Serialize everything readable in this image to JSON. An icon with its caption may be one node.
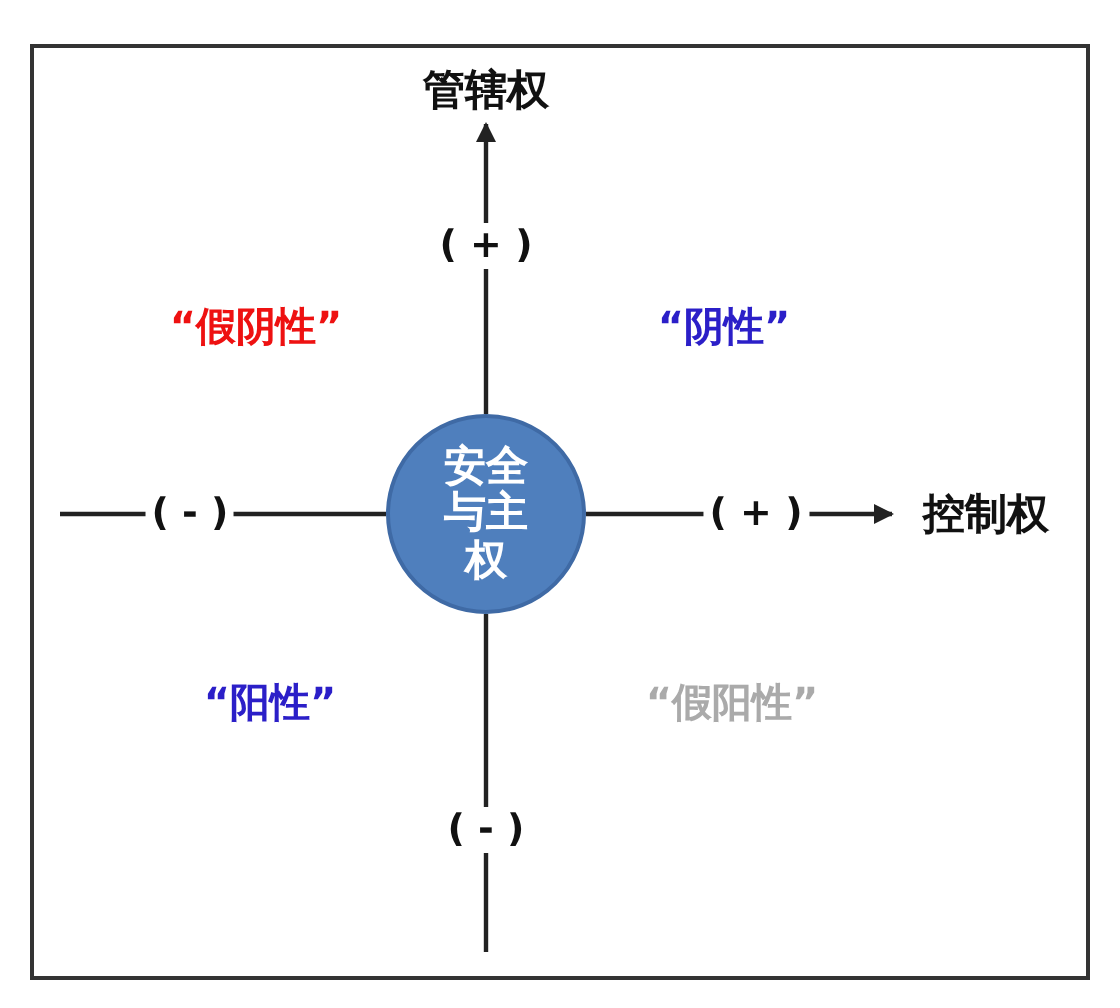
{
  "diagram": {
    "nodes": [
      {
        "text": [
          "安全与主权"
        ]
      },
      {
        "text": [
          "管辖权"
        ]
      },
      {
        "text": [
          "控制权"
        ]
      }
    ],
    "edges": [
      {
        "from": 0,
        "to": 1,
        "arrow": "to",
        "label": "( + )"
      },
      {
        "from": 0,
        "to": 2,
        "arrow": "to",
        "label": "( + )"
      },
      {
        "from": 0,
        "to": null,
        "arrow": "none",
        "label": "( - )"
      },
      {
        "from": 0,
        "to": null,
        "arrow": "none",
        "label": "( - )"
      }
    ],
    "labels": [
      "“假阴性”",
      "“阴性”",
      "“阳性”",
      "“假阳性”"
    ]
  }
}
